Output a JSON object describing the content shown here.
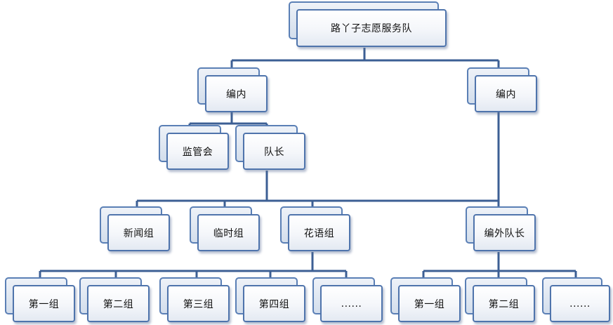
{
  "nodes": {
    "root": "路丫子志愿服务队",
    "bianNeiLeft": "编内",
    "bianNeiRight": "编内",
    "jianGuanHui": "监管会",
    "duiZhang": "队长",
    "xinWenZu": "新闻组",
    "linShiZu": "临时组",
    "huaYuZu": "花语组",
    "bianWaiDuiZhang": "编外队长",
    "hyFirst": "第一组",
    "hySecond": "第二组",
    "hyThird": "第三组",
    "hyFourth": "第四组",
    "hyMore": "......",
    "bwFirst": "第一组",
    "bwSecond": "第二组",
    "bwMore": "......"
  },
  "colors": {
    "connector": "#3c5f94",
    "border": "#4f74ac"
  }
}
